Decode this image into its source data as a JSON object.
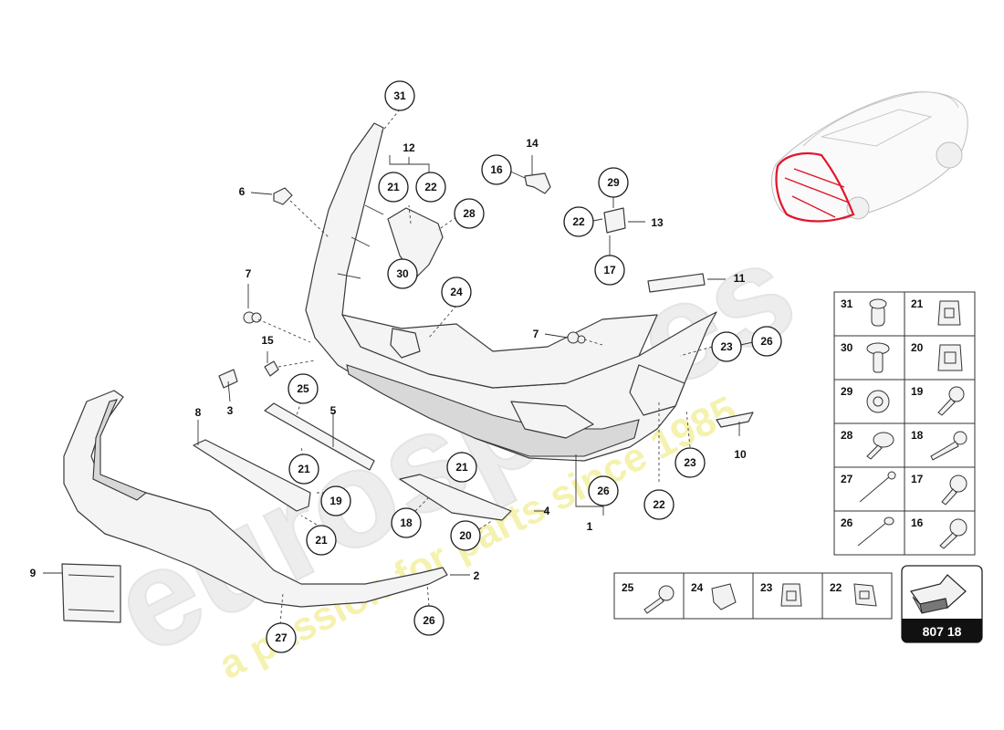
{
  "watermark": {
    "brand": "eurospares",
    "tagline": "a passion for parts since 1985"
  },
  "diagram_number": "807 18",
  "callouts": {
    "c31": "31",
    "c21a": "21",
    "c22a": "22",
    "c28": "28",
    "c16": "16",
    "c29": "29",
    "c22b": "22",
    "c17": "17",
    "c30": "30",
    "c24": "24",
    "c25": "25",
    "c21b": "21",
    "c19": "19",
    "c21c": "21",
    "c21d": "21",
    "c18": "18",
    "c20": "20",
    "c26a": "26",
    "c23a": "23",
    "c26b": "26",
    "c23b": "23",
    "c22c": "22",
    "c26c": "26",
    "c27": "27"
  },
  "labels": {
    "l12": "12",
    "l14": "14",
    "l13": "13",
    "l11": "11",
    "l6": "6",
    "l7a": "7",
    "l7b": "7",
    "l15": "15",
    "l3": "3",
    "l5": "5",
    "l8": "8",
    "l10": "10",
    "l4": "4",
    "l1": "1",
    "l2": "2",
    "l9": "9"
  },
  "fastener_table": {
    "rows": [
      {
        "left": "31",
        "right": "21"
      },
      {
        "left": "30",
        "right": "20"
      },
      {
        "left": "29",
        "right": "19"
      },
      {
        "left": "28",
        "right": "18"
      },
      {
        "left": "27",
        "right": "17"
      },
      {
        "left": "26",
        "right": "16"
      }
    ],
    "bottom": [
      "25",
      "24",
      "23",
      "22"
    ]
  },
  "colors": {
    "highlight": "#e0152b",
    "watermark": "#e6e6e6",
    "watermark_tagline": "#f3ef9a",
    "badge_bg": "#111111"
  }
}
